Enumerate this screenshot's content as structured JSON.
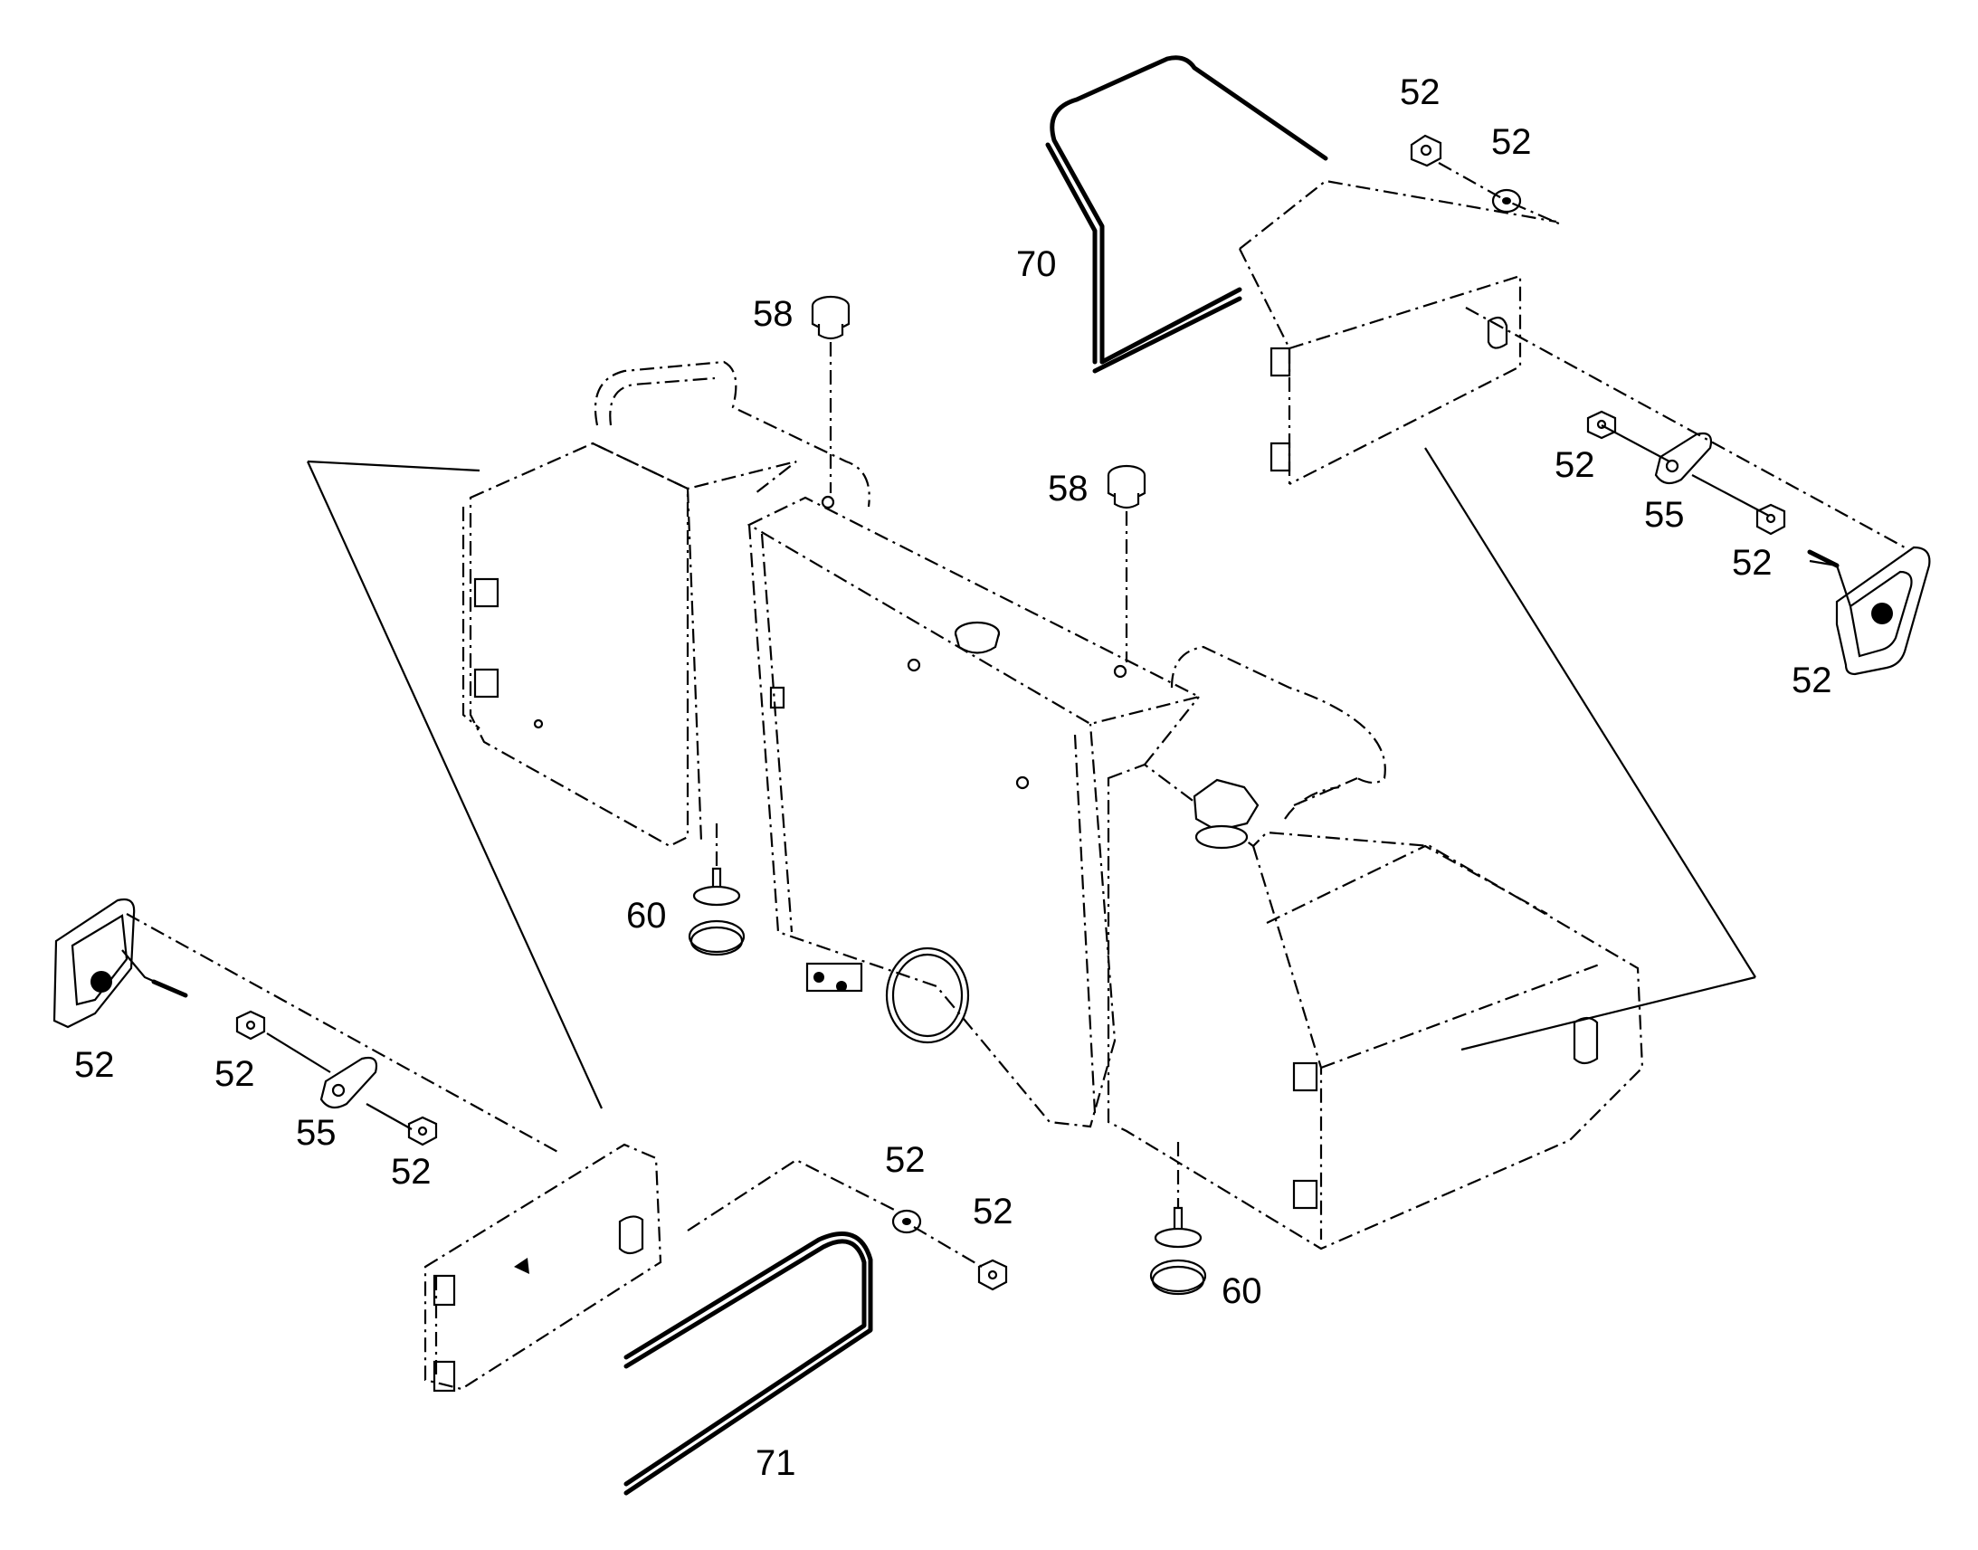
{
  "diagram": {
    "callouts": [
      {
        "id": "c01",
        "text": "52"
      },
      {
        "id": "c02",
        "text": "52"
      },
      {
        "id": "c03",
        "text": "70"
      },
      {
        "id": "c04",
        "text": "58"
      },
      {
        "id": "c05",
        "text": "58"
      },
      {
        "id": "c06",
        "text": "52"
      },
      {
        "id": "c07",
        "text": "55"
      },
      {
        "id": "c08",
        "text": "52"
      },
      {
        "id": "c09",
        "text": "52"
      },
      {
        "id": "c10",
        "text": "60"
      },
      {
        "id": "c11",
        "text": "52"
      },
      {
        "id": "c12",
        "text": "52"
      },
      {
        "id": "c13",
        "text": "55"
      },
      {
        "id": "c14",
        "text": "52"
      },
      {
        "id": "c15",
        "text": "52"
      },
      {
        "id": "c16",
        "text": "52"
      },
      {
        "id": "c17",
        "text": "60"
      },
      {
        "id": "c18",
        "text": "71"
      }
    ]
  }
}
